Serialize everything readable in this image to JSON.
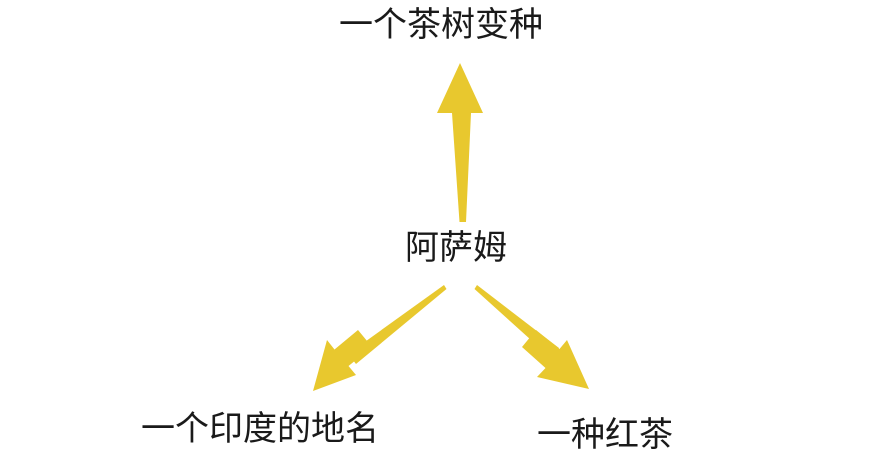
{
  "diagram": {
    "type": "radial-concept-map",
    "background_color": "#ffffff",
    "arrow_color": "#e8c82e",
    "text_color": "#1a1a1a",
    "center": {
      "label": "阿萨姆"
    },
    "branches": [
      {
        "id": "top",
        "label": "一个茶树变种",
        "direction": "up",
        "arrow_name": "arrow-up-to-tea-variety"
      },
      {
        "id": "bottom-left",
        "label": "一个印度的地名",
        "direction": "down-left",
        "arrow_name": "arrow-down-left-to-place-name"
      },
      {
        "id": "bottom-right",
        "label": "一种红茶",
        "direction": "down-right",
        "arrow_name": "arrow-down-right-to-black-tea"
      }
    ]
  }
}
